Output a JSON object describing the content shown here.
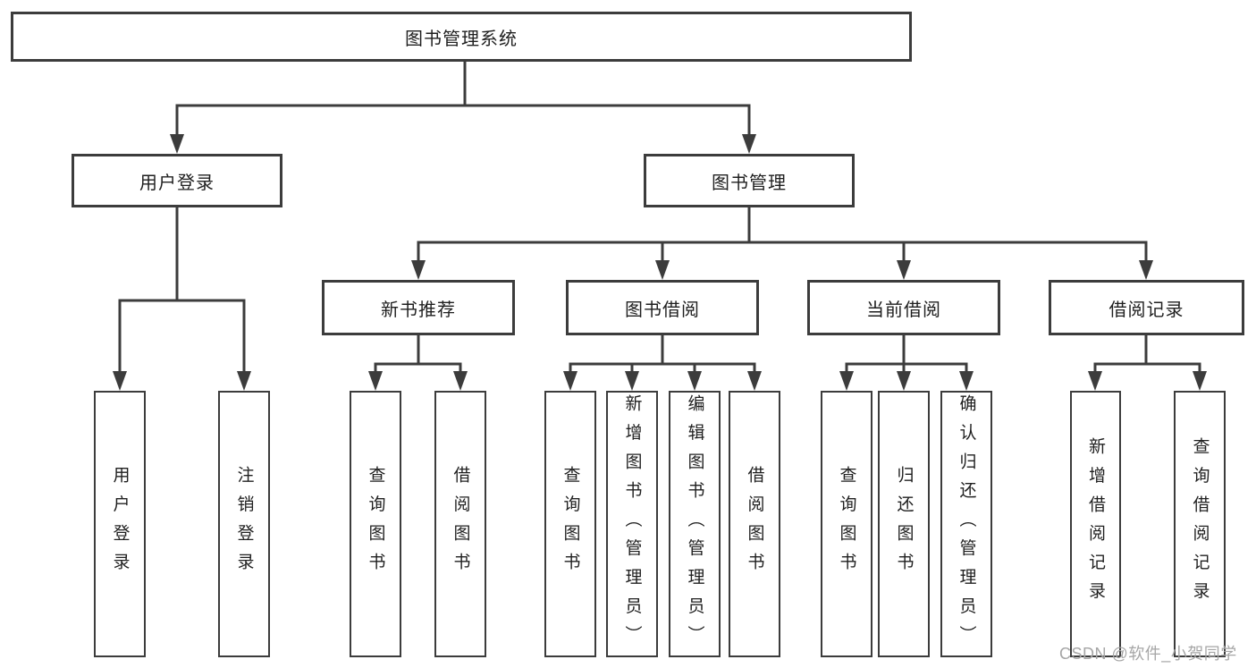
{
  "colors": {
    "line": "#3c3c3c",
    "box_border": "#3c3c3c",
    "box_fill": "#ffffff",
    "text": "#1f1f1f",
    "watermark": "#a6a6a6",
    "background": "#ffffff"
  },
  "diagram": {
    "title": "图书管理系统",
    "level2": [
      {
        "label": "用户登录",
        "children": [
          {
            "label": "用户登录"
          },
          {
            "label": "注销登录"
          }
        ]
      },
      {
        "label": "图书管理",
        "children": [
          {
            "label": "新书推荐",
            "children": [
              {
                "label": "查询图书"
              },
              {
                "label": "借阅图书"
              }
            ]
          },
          {
            "label": "图书借阅",
            "children": [
              {
                "label": "查询图书"
              },
              {
                "label": "新增图书（管理员）"
              },
              {
                "label": "编辑图书（管理员）"
              },
              {
                "label": "借阅图书"
              }
            ]
          },
          {
            "label": "当前借阅",
            "children": [
              {
                "label": "查询图书"
              },
              {
                "label": "归还图书"
              },
              {
                "label": "确认归还（管理员）"
              }
            ]
          },
          {
            "label": "借阅记录",
            "children": [
              {
                "label": "新增借阅记录"
              },
              {
                "label": "查询借阅记录"
              }
            ]
          }
        ]
      }
    ]
  },
  "watermark": {
    "text": "CSDN @软件_小贺同学"
  }
}
